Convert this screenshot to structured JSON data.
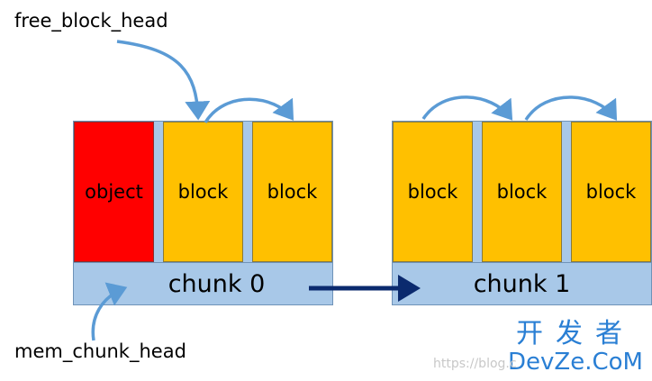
{
  "labels": {
    "free_block_head": "free_block_head",
    "mem_chunk_head": "mem_chunk_head"
  },
  "chunk0": {
    "label": "chunk 0",
    "cells": [
      {
        "kind": "object",
        "label": "object"
      },
      {
        "kind": "block",
        "label": "block"
      },
      {
        "kind": "block",
        "label": "block"
      }
    ]
  },
  "chunk1": {
    "label": "chunk 1",
    "cells": [
      {
        "kind": "block",
        "label": "block"
      },
      {
        "kind": "block",
        "label": "block"
      },
      {
        "kind": "block",
        "label": "block"
      }
    ]
  },
  "brand": {
    "cn": "开发者",
    "en": "DevZe.CoM"
  },
  "watermark": "https://blog.c",
  "colors": {
    "object": "#ff0000",
    "block": "#ffc000",
    "chunk": "#a8c8e8",
    "arrow_light": "#5b9bd5",
    "arrow_dark": "#0b2a6e",
    "brand": "#2a7fd4"
  }
}
